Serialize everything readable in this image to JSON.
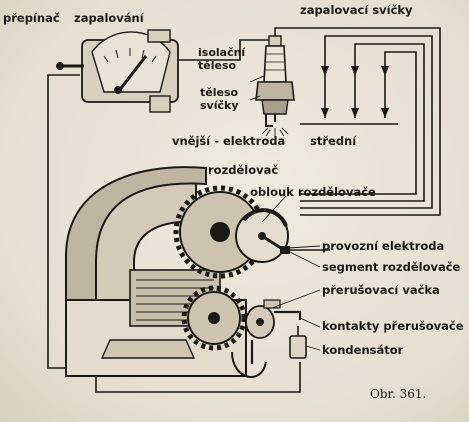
{
  "labels": {
    "switch": "přepínač",
    "ignition": "zapalování",
    "spark_plugs": "zapalovací svíčky",
    "insulating_body": "isolační",
    "insulating_body_2": "těleso",
    "plug_body": "těleso",
    "plug_body_2": "svíčky",
    "outer_electrode": "vnější - elektroda",
    "center": "střední",
    "distributor": "rozdělovač",
    "distributor_arc": "oblouk rozdělovače",
    "operating_electrode": "provozní elektroda",
    "distributor_segment": "segment rozdělovače",
    "breaker_cam": "přerušovací vačka",
    "breaker_contacts": "kontakty přerušovače",
    "capacitor": "kondensátor"
  },
  "caption": "Obr. 361."
}
